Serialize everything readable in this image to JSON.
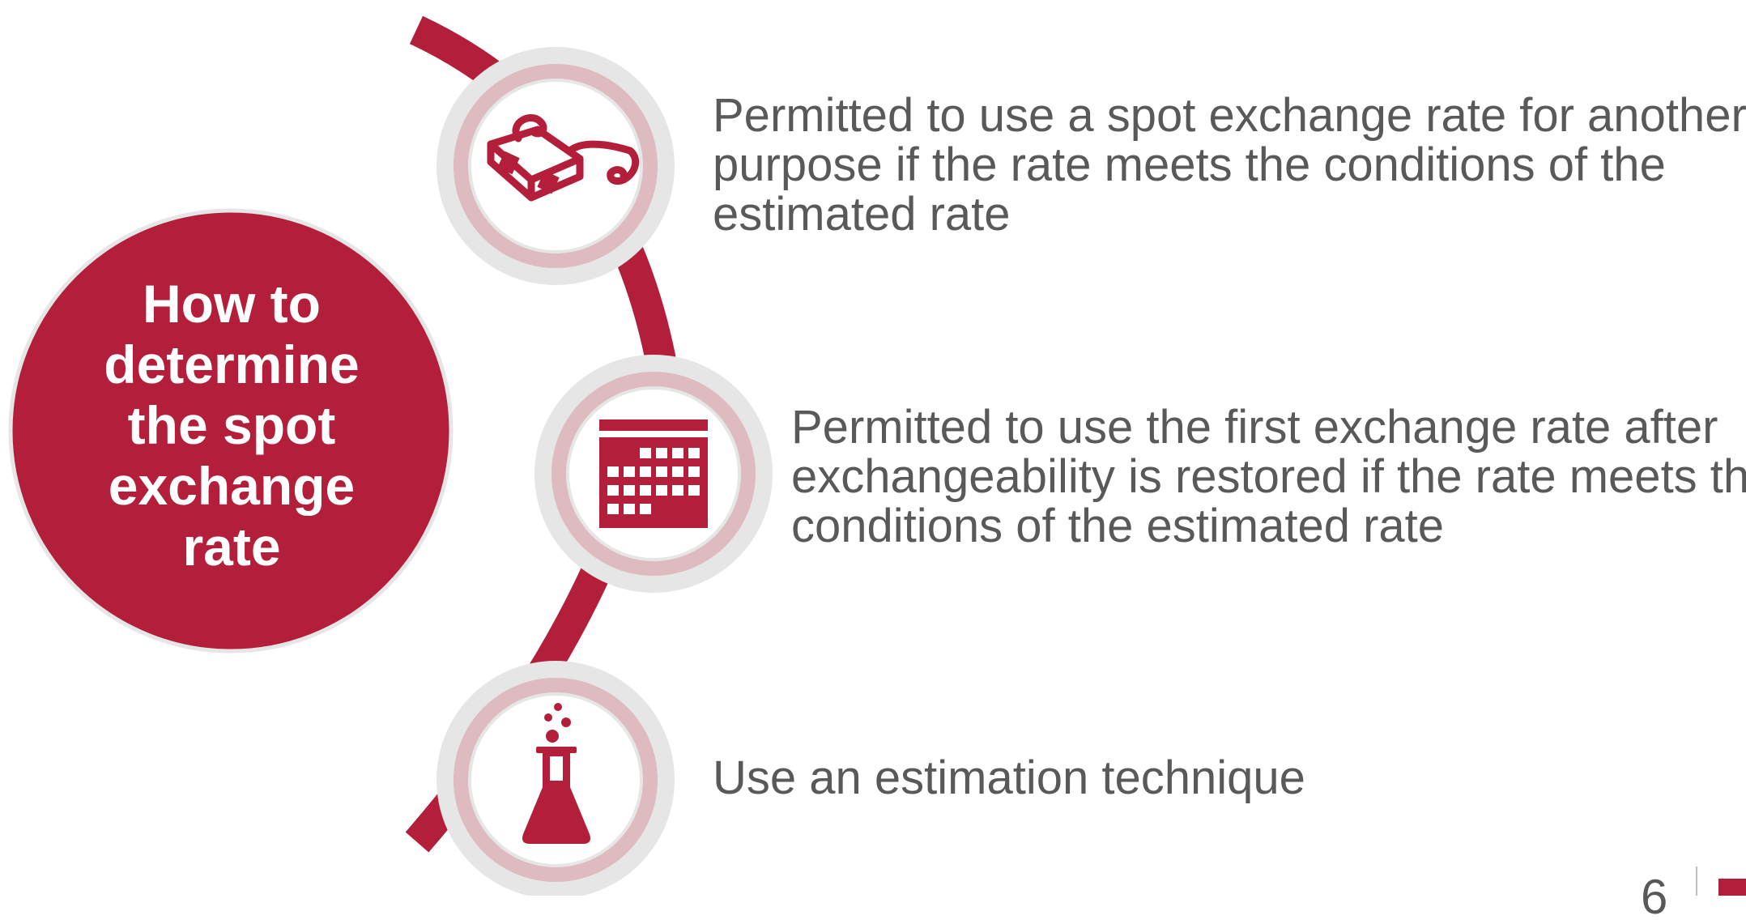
{
  "title": {
    "lines": [
      "How to",
      "determine",
      "the spot",
      "exchange",
      "rate"
    ]
  },
  "items": [
    {
      "icon": "3d-glasses-icon",
      "lines": [
        "Permitted to use a spot exchange rate for another",
        "purpose if the rate meets the conditions of the",
        "estimated rate"
      ]
    },
    {
      "icon": "calendar-icon",
      "lines": [
        "Permitted to use the first exchange rate after",
        "exchangeability is restored if the rate meets the",
        "conditions of the estimated rate"
      ]
    },
    {
      "icon": "flask-icon",
      "lines": [
        "Use an estimation technique"
      ]
    }
  ],
  "page_number": "6",
  "colors": {
    "accent": "#b31f3a",
    "ring": "#ddbbc1",
    "text": "#595959"
  }
}
